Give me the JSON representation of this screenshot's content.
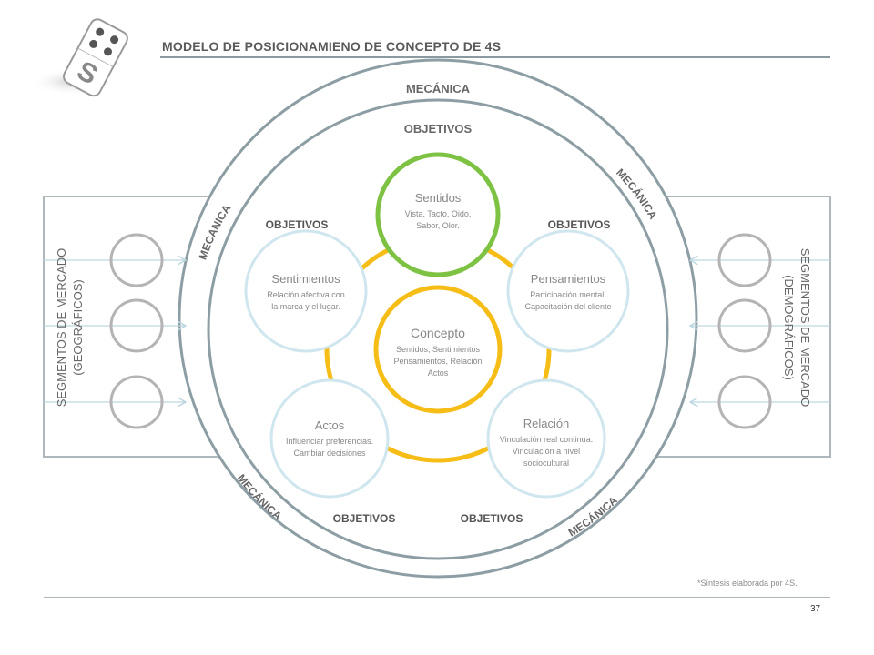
{
  "header": {
    "title": "MODELO DE POSICIONAMIENO DE CONCEPTO DE 4S"
  },
  "logo": {
    "text": "S"
  },
  "rings": {
    "outer_label": "MECÁNICA",
    "inner_label": "OBJETIVOS",
    "arc_label": "MECÁNICA"
  },
  "segments": {
    "left_label_1": "SEGMENTOS DE MERCADO",
    "left_label_2": "(GEOGRÁFICOS)",
    "right_label_1": "SEGMENTOS DE MERCADO",
    "right_label_2": "(DEMOGRÁFICOS)"
  },
  "objetivos_label": "OBJETIVOS",
  "nodes": {
    "sentidos": {
      "title": "Sentidos",
      "lines": [
        "Vista, Tacto, Oido,",
        "Sabor, Olor."
      ]
    },
    "sentimientos": {
      "title": "Sentimientos",
      "lines": [
        "Relación afectiva con",
        "la marca y el lugar."
      ]
    },
    "pensamientos": {
      "title": "Pensamientos",
      "lines": [
        "Participación mental:",
        "Capacitación del cliente"
      ]
    },
    "concepto": {
      "title": "Concepto",
      "lines": [
        "Sentidos, Sentimientos",
        "Pensamientos, Relación",
        "Actos"
      ]
    },
    "actos": {
      "title": "Actos",
      "lines": [
        "Influenciar preferencias.",
        "Cambiar decisiones"
      ]
    },
    "relacion": {
      "title": "Relación",
      "lines": [
        "Vinculación real continua.",
        "Vinculación a nivel",
        "sociocultural"
      ]
    }
  },
  "footer": {
    "footnote": "*Síntesis elaborada por 4S.",
    "page_number": "37"
  },
  "colors": {
    "ring": "#8c9ea4",
    "node_border": "#cfe6ee",
    "yellow": "#f6bd16",
    "green": "#7dc242",
    "segment_circle": "#b4b4b4",
    "arrow": "#bcd6e0"
  }
}
